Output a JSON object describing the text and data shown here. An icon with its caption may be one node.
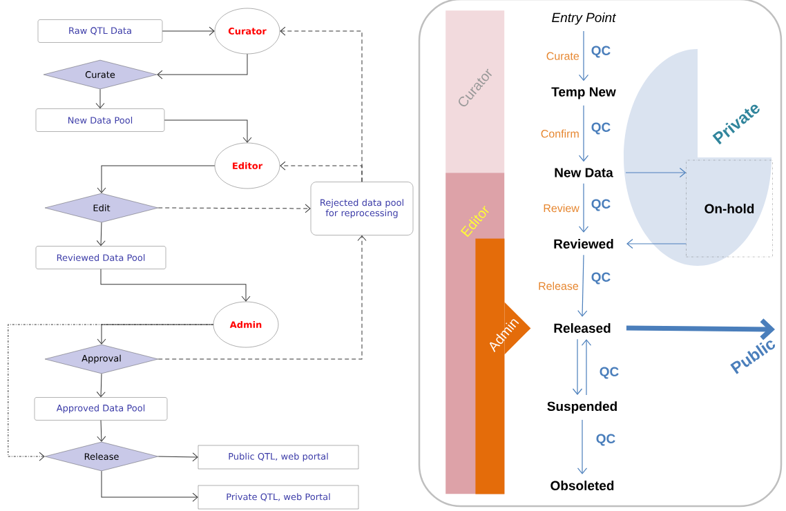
{
  "diagram": {
    "nodes": [
      {
        "text": [
          "Raw QTL Data"
        ]
      },
      {
        "text": [
          "Curator"
        ]
      },
      {
        "text": [
          "Curate"
        ]
      },
      {
        "text": [
          "New Data Pool"
        ]
      },
      {
        "text": [
          "Editor"
        ]
      },
      {
        "text": [
          "Edit"
        ]
      },
      {
        "text": [
          "Rejected data pool for reprocessing"
        ]
      },
      {
        "text": [
          "Reviewed Data Pool"
        ]
      },
      {
        "text": [
          "Admin"
        ]
      },
      {
        "text": [
          "Approval"
        ]
      },
      {
        "text": [
          "Approved Data Pool"
        ]
      },
      {
        "text": [
          "Release"
        ]
      },
      {
        "text": [
          "Public QTL, web portal"
        ]
      },
      {
        "text": [
          "Private QTL, web Portal"
        ]
      },
      {
        "text": [
          "Curator"
        ]
      },
      {
        "text": [
          "Editor"
        ]
      },
      {
        "text": [
          "Admin"
        ],
        "in": 15
      },
      {
        "text": [
          "Entry Point"
        ]
      },
      {
        "text": [
          "Temp New"
        ]
      },
      {
        "text": [
          "New Data"
        ]
      },
      {
        "text": [
          "Private"
        ]
      },
      {
        "text": [
          "On-hold"
        ]
      },
      {
        "text": [
          "Reviewed"
        ]
      },
      {
        "text": [
          "Released"
        ]
      },
      {
        "text": [
          "Suspended"
        ]
      },
      {
        "text": [
          "Obsoleted"
        ]
      },
      {
        "text": [
          "Public"
        ]
      }
    ],
    "edges": [
      {
        "from": 0,
        "to": 1,
        "arrow": "to"
      },
      {
        "from": 1,
        "to": 2,
        "arrow": "to"
      },
      {
        "from": 2,
        "to": 3,
        "arrow": "to"
      },
      {
        "from": 3,
        "to": 4,
        "arrow": "to"
      },
      {
        "from": 4,
        "to": 5,
        "arrow": "to"
      },
      {
        "from": 5,
        "to": 6,
        "arrow": "to",
        "style": "dashed"
      },
      {
        "from": 5,
        "to": 7,
        "arrow": "to"
      },
      {
        "from": 6,
        "to": 1,
        "arrow": "to",
        "style": "dashed"
      },
      {
        "from": 6,
        "to": 4,
        "arrow": "to",
        "style": "dashed"
      },
      {
        "from": 7,
        "to": 8,
        "arrow": "to"
      },
      {
        "from": 8,
        "to": 9,
        "arrow": "to"
      },
      {
        "from": 9,
        "to": 6,
        "arrow": "to",
        "style": "dashed"
      },
      {
        "from": 9,
        "to": 10,
        "arrow": "to"
      },
      {
        "from": 10,
        "to": 11,
        "arrow": "to"
      },
      {
        "from": 11,
        "to": 12,
        "arrow": "to"
      },
      {
        "from": 11,
        "to": 13,
        "arrow": "to"
      },
      {
        "from": 8,
        "to": 11,
        "arrow": "to",
        "style": "dashed"
      },
      {
        "from": 17,
        "to": 18,
        "arrow": "to",
        "label": "Curate",
        "color": "#4a7ebb"
      },
      {
        "from": 18,
        "to": 19,
        "arrow": "to",
        "label": "Confirm",
        "color": "#4a7ebb"
      },
      {
        "from": 19,
        "to": 22,
        "arrow": "to",
        "label": "Review",
        "color": "#4a7ebb"
      },
      {
        "from": 19,
        "to": 21,
        "arrow": "to",
        "color": "#4a7ebb"
      },
      {
        "from": 21,
        "to": 22,
        "arrow": "to",
        "color": "#4a7ebb"
      },
      {
        "from": 22,
        "to": 23,
        "arrow": "to",
        "label": "Release",
        "color": "#4a7ebb"
      },
      {
        "from": 23,
        "to": 24,
        "arrow": "to",
        "color": "#4a7ebb"
      },
      {
        "from": 24,
        "to": 23,
        "arrow": "to",
        "color": "#4a7ebb"
      },
      {
        "from": 24,
        "to": 25,
        "arrow": "to",
        "color": "#4a7ebb"
      },
      {
        "from": 23,
        "to": 26,
        "arrow": "to",
        "style": "thick",
        "color": "#4a7ebb"
      }
    ],
    "labels": [
      "QC",
      "QC",
      "QC",
      "QC",
      "QC",
      "QC"
    ]
  }
}
